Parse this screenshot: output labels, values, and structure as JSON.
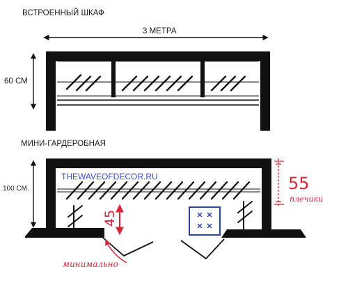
{
  "top": {
    "title": "ВСТРОЕННЫЙ ШКАФ",
    "width_label": "3 МЕТРА",
    "depth_label": "60 СМ"
  },
  "bottom": {
    "title": "МИНИ-ГАРДЕРОБНАЯ",
    "depth_label": "100 СМ.",
    "watermark": "THEWAVEOFDECOR.RU",
    "hanger_value": "55",
    "hanger_label": "плечики",
    "passage_value": "45",
    "passage_label": "минимально"
  },
  "colors": {
    "ink": "#111111",
    "annotation": "#d8263a",
    "watermark": "#3a4fd6",
    "box": "#2a3fb0"
  }
}
